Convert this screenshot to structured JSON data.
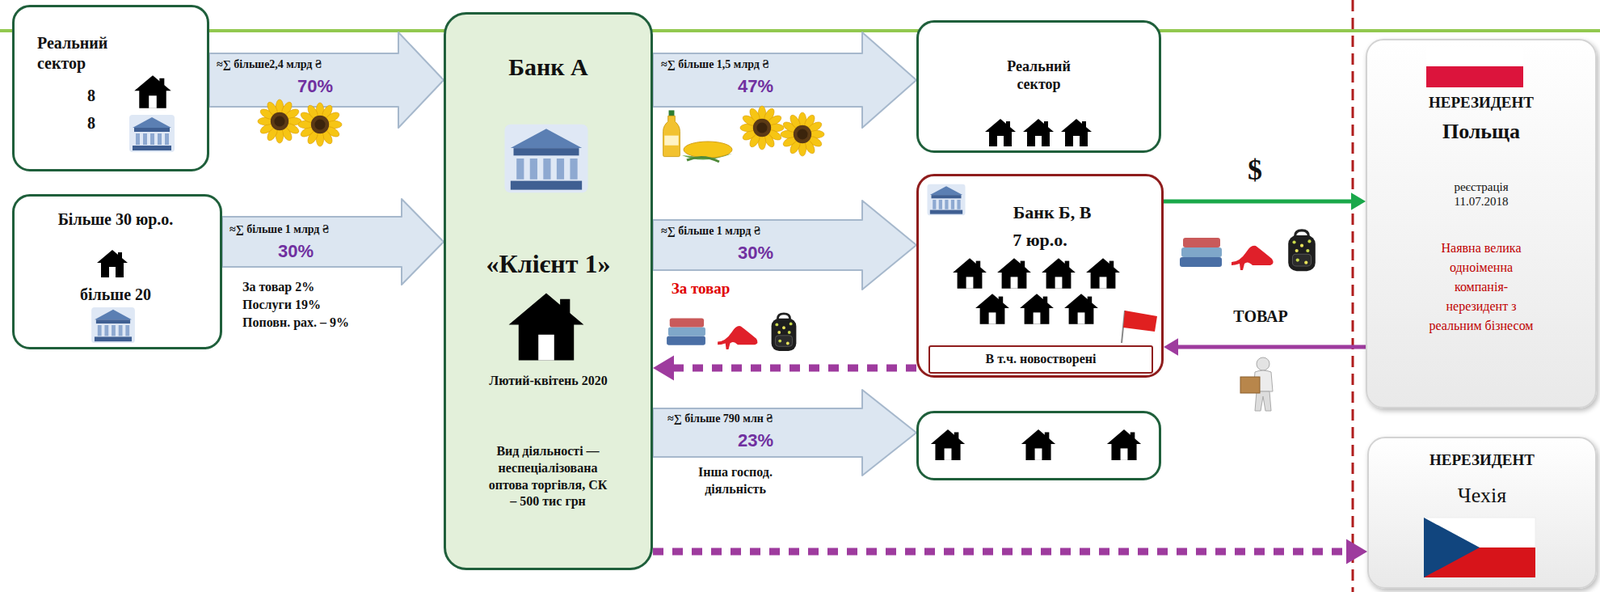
{
  "diagram": {
    "nodes": [
      {
        "text": [
          "Реальний сектор",
          "8",
          "8"
        ]
      },
      {
        "text": [
          "Більше 30 юр.о.",
          "більше 20"
        ]
      },
      {
        "text": [
          "Банк А",
          "«Клієнт 1»",
          "Лютий-квітень 2020",
          "Вид діяльності — неспеціалізована оптова торгівля, СК – 500 тис грн"
        ]
      },
      {
        "text": [
          "Реальний сектор"
        ]
      },
      {
        "text": [
          "Банк Б, В",
          "7 юр.о."
        ]
      },
      {
        "text": [
          "В т.ч. новостворені"
        ],
        "in": 4
      },
      {
        "text": []
      },
      {
        "text": [
          "НЕРЕЗИДЕНТ",
          "Польща",
          "реєстрація 11.07.2018",
          "Наявна велика одноіменна компанія-нерезидент з реальним бізнесом"
        ]
      },
      {
        "text": [
          "НЕРЕЗИДЕНТ",
          "Чехія"
        ]
      }
    ],
    "edges": [
      {
        "from": 0,
        "to": 2,
        "arrow": "to",
        "label": "≈∑ більше2,4 млрд ₴"
      },
      {
        "from": 1,
        "to": 2,
        "arrow": "to",
        "label": "≈∑ більше 1 млрд ₴"
      },
      {
        "from": 2,
        "to": 3,
        "arrow": "to",
        "label": "≈∑ більше 1,5 млрд ₴"
      },
      {
        "from": 2,
        "to": 4,
        "arrow": "to",
        "label": "≈∑ більше 1 млрд ₴"
      },
      {
        "from": 2,
        "to": 6,
        "arrow": "to",
        "label": "≈∑ більше 790 млн ₴"
      },
      {
        "from": 4,
        "to": 7,
        "arrow": "to",
        "label": "$"
      },
      {
        "from": 7,
        "to": 4,
        "arrow": "to",
        "label": "ТОВАР"
      },
      {
        "from": 4,
        "to": 2,
        "arrow": "to"
      },
      {
        "from": 2,
        "to": 8,
        "arrow": "to"
      }
    ],
    "labels": [
      "70%",
      "30%",
      "За товар 2%",
      "Послуги 19%",
      "Поповн. рах. – 9%",
      "47%",
      "30%",
      "За товар",
      "23%",
      "Інша господ. діяльність"
    ]
  }
}
